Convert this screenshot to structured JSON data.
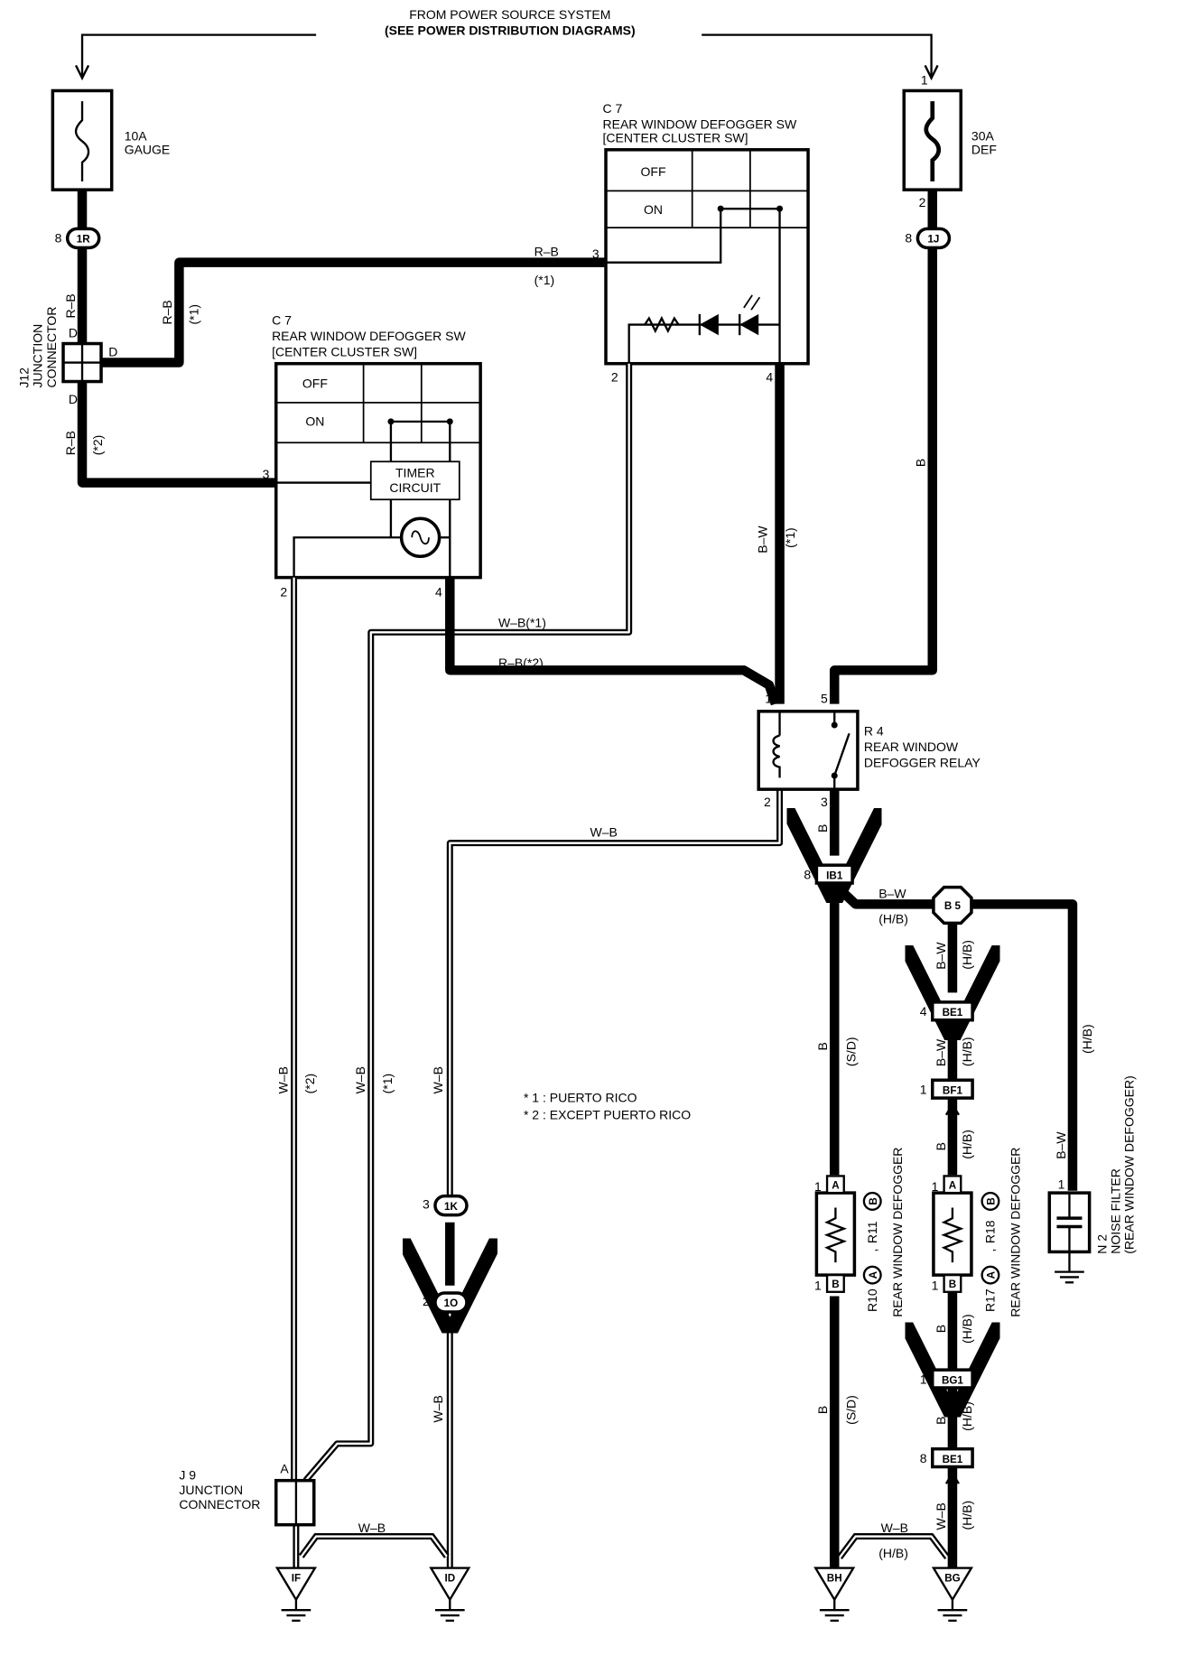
{
  "header": {
    "line1": "FROM POWER SOURCE SYSTEM",
    "line2": "(SEE POWER DISTRIBUTION DIAGRAMS)"
  },
  "fuses": {
    "gauge": {
      "amp": "10A",
      "name": "GAUGE"
    },
    "def": {
      "amp": "30A",
      "name": "DEF",
      "pin_top": "1",
      "pin_bottom": "2"
    }
  },
  "connectors": {
    "c1R": {
      "label": "1R",
      "pin": "8"
    },
    "c1J": {
      "label": "1J",
      "pin": "8"
    },
    "c1K": {
      "label": "1K",
      "pin": "3"
    },
    "c1O": {
      "label": "1O",
      "pin": "2"
    },
    "IB1": {
      "label": "IB1",
      "pin": "8"
    },
    "BE1a": {
      "label": "BE1",
      "pin": "4"
    },
    "BF1": {
      "label": "BF1",
      "pin": "1"
    },
    "BG1": {
      "label": "BG1",
      "pin": "1"
    },
    "BE1b": {
      "label": "BE1",
      "pin": "8"
    },
    "B5": {
      "label": "B 5"
    }
  },
  "j12": {
    "id": "J12",
    "name1": "JUNCTION",
    "name2": "CONNECTOR",
    "pin": "D"
  },
  "j9": {
    "id": "J 9",
    "name1": "JUNCTION",
    "name2": "CONNECTOR",
    "pin": "A"
  },
  "sw_top": {
    "id": "C 7",
    "name1": "REAR WINDOW DEFOGGER SW",
    "name2": "[CENTER CLUSTER SW]",
    "off": "OFF",
    "on": "ON",
    "pin3": "3",
    "pin2": "2",
    "pin4": "4"
  },
  "sw_bottom": {
    "id": "C 7",
    "name1": "REAR WINDOW DEFOGGER SW",
    "name2": "[CENTER CLUSTER SW]",
    "off": "OFF",
    "on": "ON",
    "timer1": "TIMER",
    "timer2": "CIRCUIT",
    "pin3": "3",
    "pin2": "2",
    "pin4": "4"
  },
  "relay": {
    "id": "R 4",
    "name1": "REAR WINDOW",
    "name2": "DEFOGGER RELAY",
    "pin1": "1",
    "pin5": "5",
    "pin2": "2",
    "pin3": "3"
  },
  "defogger1": {
    "id_a": "R10",
    "id_b": "R11",
    "name": "REAR WINDOW DEFOGGER",
    "pin": "1",
    "a": "A",
    "b": "B"
  },
  "defogger2": {
    "id_a": "R17",
    "id_b": "R18",
    "name": "REAR WINDOW DEFOGGER",
    "pin": "1",
    "a": "A",
    "b": "B"
  },
  "noise_filter": {
    "id": "N 2",
    "name1": "NOISE FILTER",
    "name2": "(REAR WINDOW DEFOGGER)",
    "pin": "1"
  },
  "grounds": [
    "IF",
    "ID",
    "BH",
    "BG"
  ],
  "wires": {
    "rb": "R–B",
    "rb_star1": "(*1)",
    "rb_star2": "(*2)",
    "rb_star2_inline": "R–B(*2)",
    "wb": "W–B",
    "wb_star1_inline": "W–B(*1)",
    "star1": "(*1)",
    "star2": "(*2)",
    "bw": "B–W",
    "b": "B",
    "hb": "(H/B)",
    "sd": "(S/D)"
  },
  "notes": {
    "n1": "* 1 : PUERTO RICO",
    "n2": "* 2 : EXCEPT PUERTO RICO"
  },
  "punct": {
    "comma": ","
  }
}
